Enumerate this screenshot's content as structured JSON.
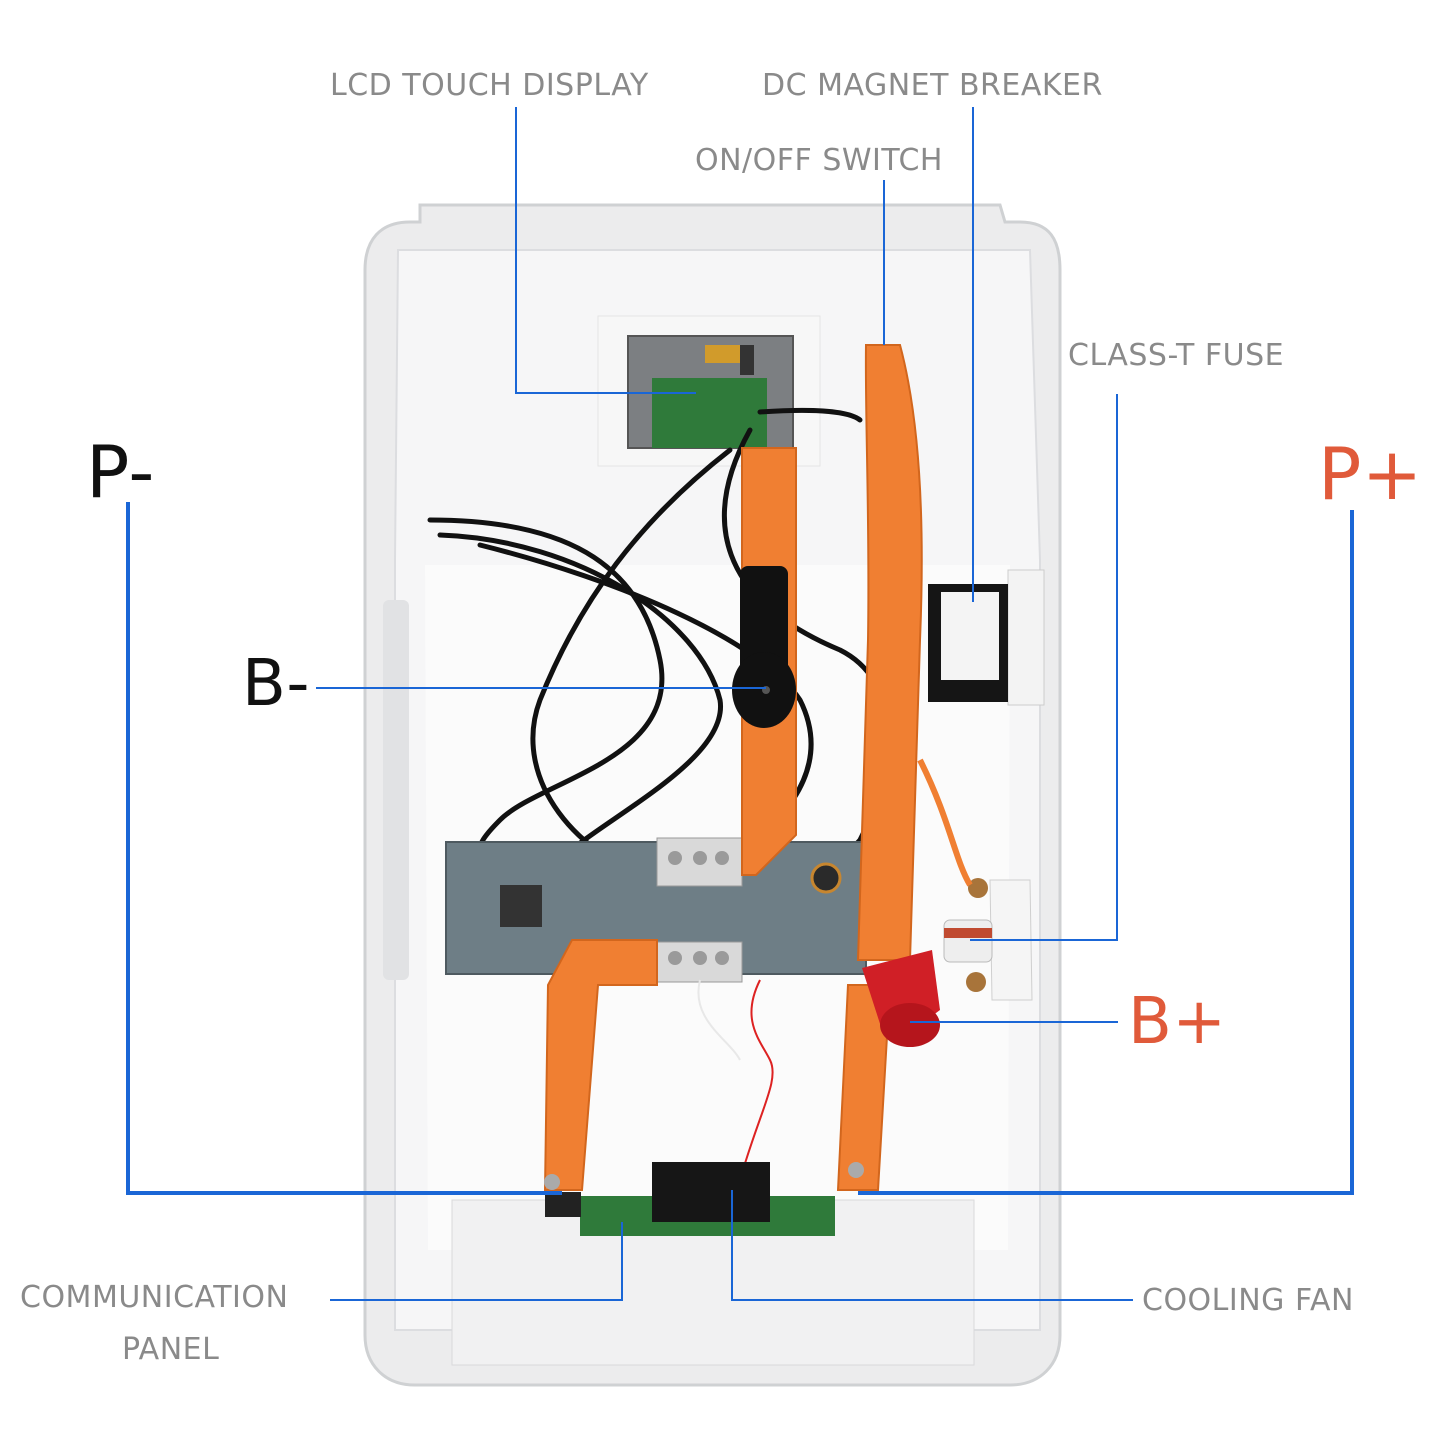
{
  "labels": {
    "lcd": "LCD TOUCH DISPLAY",
    "breaker": "DC MAGNET BREAKER",
    "switch": "ON/OFF SWITCH",
    "fuse": "CLASS-T FUSE",
    "p_minus": "P-",
    "p_plus": "P+",
    "b_minus": "B-",
    "b_plus": "B+",
    "comm_line1": "COMMUNICATION",
    "comm_line2": "PANEL",
    "fan": "COOLING FAN"
  },
  "colors": {
    "callout_line": "#1a66d6",
    "label_gray": "#8a8a8a",
    "negative": "#111111",
    "positive": "#e05a3a",
    "busbar": "#f07f32",
    "cabinet": "#f2f3f4",
    "pcb": "#2f7a3a",
    "bms": "#6e7e86"
  }
}
